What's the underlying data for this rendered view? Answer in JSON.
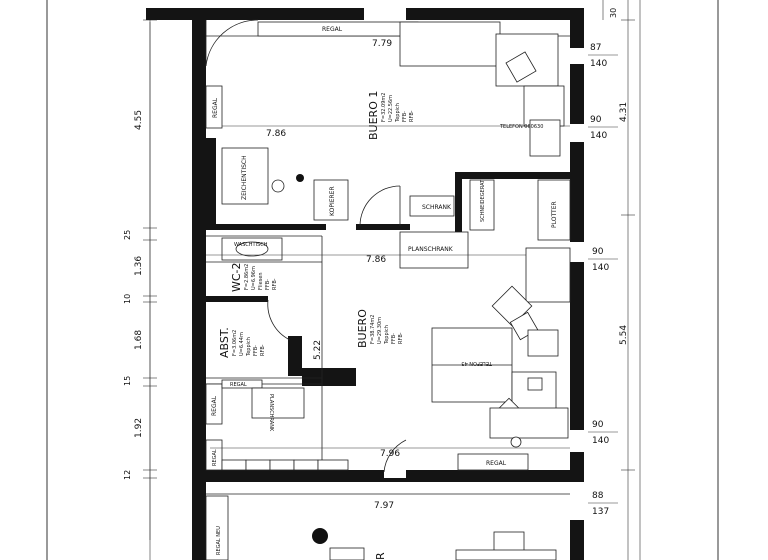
{
  "rooms": {
    "buero1": {
      "name": "BUERO 1",
      "area": "F=32.09m2",
      "perimeter": "U=22.56m",
      "floor": "Teppich",
      "ffb": "FFB-",
      "rfb": "RFB-"
    },
    "buero": {
      "name": "BUERO",
      "area": "F=38.74m2",
      "perimeter": "U=29.30m",
      "floor": "Teppich",
      "ffb": "FFB-",
      "rfb": "RFB-"
    },
    "wc": {
      "name": "WC-2",
      "area": "F=2.86m2",
      "perimeter": "U=6.96m",
      "floor": "Fliesen",
      "ffb": "FFB-",
      "rfb": "RFB-"
    },
    "abst": {
      "name": "ABST.",
      "area": "F=3.06m2",
      "perimeter": "U=6.44m",
      "floor": "Teppich",
      "ffb": "FFB-",
      "rfb": "RFB-"
    },
    "bottom": {
      "name": "R"
    }
  },
  "furniture": {
    "regal_top": "REGAL",
    "regal_left": "REGAL",
    "zeichentisch": "ZEICHENTISCH",
    "kopierer": "KOPIERER",
    "schrank": "SCHRANK",
    "schneidegerat": "SCHNEIDEGERAT",
    "plotter": "PLOTTER",
    "planschrank": "PLANSCHRANK",
    "waschtisch": "WASCHTISCH",
    "planschrank_left": "PLANSCHRANK",
    "regal_mid": "REGAL",
    "regal_side": "REGAL",
    "regal_low": "REGAL",
    "regal_bottom_right": "REGAL",
    "regal_neu": "REGAL NEU",
    "telefon1": "TELEFON 060630",
    "telefon2": "TELEFON 43"
  },
  "dimensions": {
    "left": [
      "4.55",
      "25",
      "1.36",
      "10",
      "1.68",
      "15",
      "1.92",
      "12"
    ],
    "right": [
      "4.31",
      "5.54"
    ],
    "window_top": [
      "87",
      "140"
    ],
    "window_2": [
      "90",
      "140"
    ],
    "window_3": [
      "90",
      "140"
    ],
    "window_4": [
      "90",
      "140"
    ],
    "window_5": [
      "88",
      "137"
    ],
    "top_right": "30",
    "inner": [
      "7.79",
      "7.86",
      "7.86",
      "7.96",
      "7.97",
      "5.22"
    ]
  }
}
